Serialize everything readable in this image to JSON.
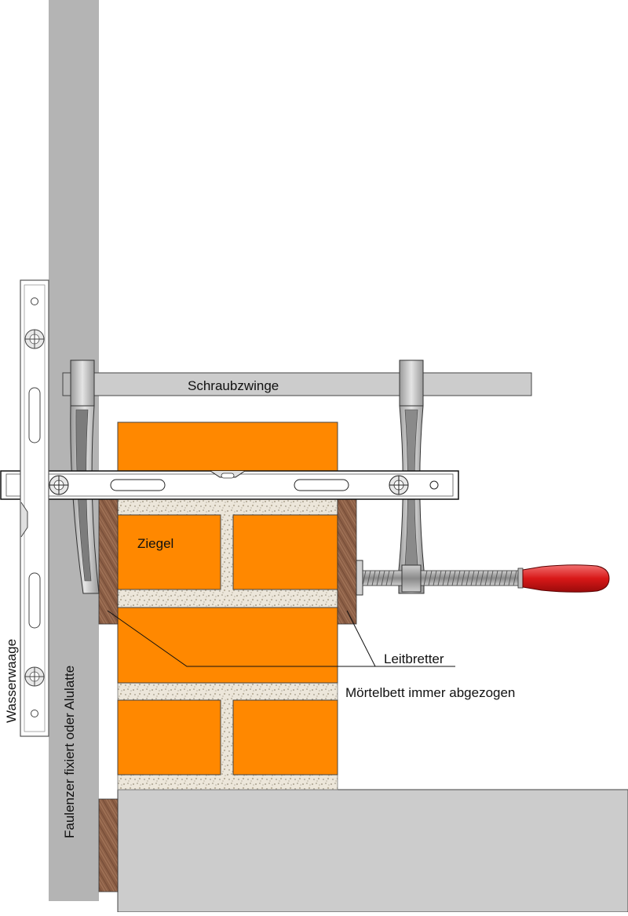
{
  "labels": {
    "clamp": "Schraubzwinge",
    "brick": "Ziegel",
    "guide_boards": "Leitbretter",
    "mortar_bed": "Mörtelbett immer abgezogen",
    "level": "Wasserwaage",
    "batten": "Faulenzer fixiert oder Alulatte"
  },
  "colors": {
    "brick": "#ff8800",
    "mortar": "#ece6da",
    "batten": "#b4b4b4",
    "slab": "#cccccc",
    "wood": "#8b5e45",
    "clamp_metal": "#c8c8c8",
    "handle": "#d81818"
  },
  "icons": {
    "clamp": "screw-clamp-icon",
    "level": "spirit-level-icon",
    "vial": "bubble-vial-icon"
  }
}
